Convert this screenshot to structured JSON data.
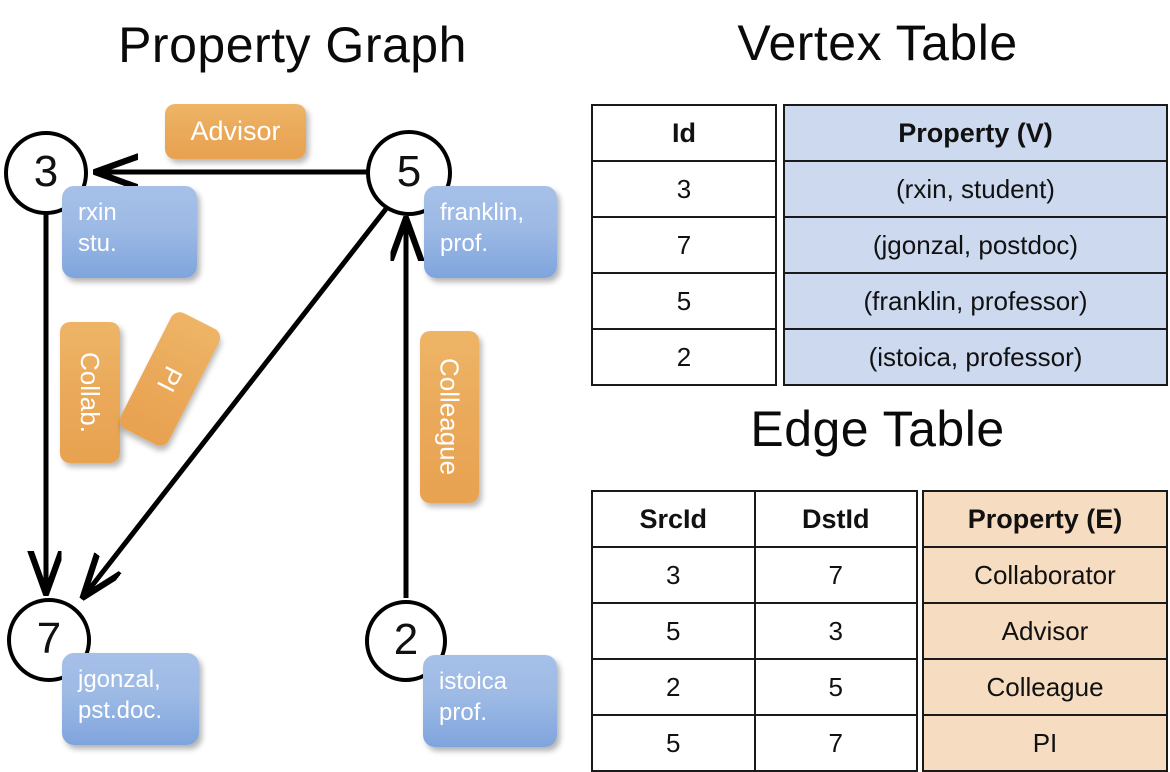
{
  "panels": {
    "graph_title": "Property Graph",
    "vertex_table_title": "Vertex Table",
    "edge_table_title": "Edge Table"
  },
  "graph": {
    "vertices": [
      {
        "id": "3",
        "name": "rxin",
        "role": "stu.",
        "label_line1": "rxin",
        "label_line2": "stu."
      },
      {
        "id": "5",
        "name": "franklin",
        "role": "prof.",
        "label_line1": "franklin,",
        "label_line2": "prof."
      },
      {
        "id": "7",
        "name": "jgonzal",
        "role": "pst.doc.",
        "label_line1": "jgonzal,",
        "label_line2": "pst.doc."
      },
      {
        "id": "2",
        "name": "istoica",
        "role": "prof.",
        "label_line1": "istoica",
        "label_line2": "prof."
      }
    ],
    "edge_labels": [
      {
        "key": "advisor",
        "text": "Advisor",
        "orientation": "horizontal"
      },
      {
        "key": "collab",
        "text": "Collab.",
        "orientation": "vertical"
      },
      {
        "key": "pi",
        "text": "PI",
        "orientation": "vertical-rotated"
      },
      {
        "key": "colleague",
        "text": "Colleague",
        "orientation": "vertical"
      }
    ]
  },
  "vertex_table": {
    "headers": [
      "Id",
      "Property (V)"
    ],
    "rows": [
      {
        "id": "3",
        "property": "(rxin, student)"
      },
      {
        "id": "7",
        "property": "(jgonzal, postdoc)"
      },
      {
        "id": "5",
        "property": "(franklin, professor)"
      },
      {
        "id": "2",
        "property": "(istoica, professor)"
      }
    ]
  },
  "edge_table": {
    "headers": [
      "SrcId",
      "DstId",
      "Property (E)"
    ],
    "rows": [
      {
        "src": "3",
        "dst": "7",
        "property": "Collaborator"
      },
      {
        "src": "5",
        "dst": "3",
        "property": "Advisor"
      },
      {
        "src": "2",
        "dst": "5",
        "property": "Colleague"
      },
      {
        "src": "5",
        "dst": "7",
        "property": "PI"
      }
    ]
  },
  "colors": {
    "vertex_property_fill": "#cdd9ef",
    "edge_property_fill": "#f6dcc1",
    "vertex_box_blue": "#9dbae5",
    "edge_label_orange": "#eaa95a",
    "stroke": "#000000",
    "background": "#ffffff"
  }
}
